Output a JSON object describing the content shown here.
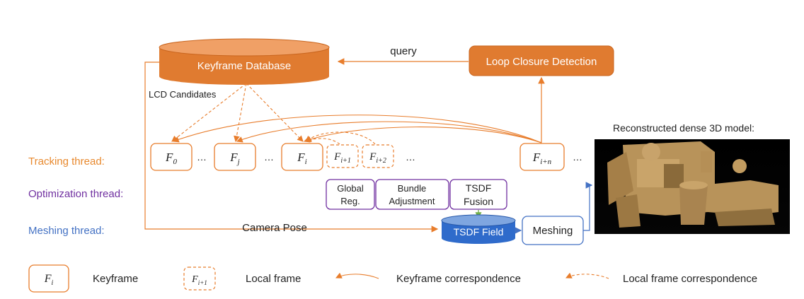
{
  "colors": {
    "orange": "#E87D2C",
    "orange_text": "#E8892E",
    "cylinder_fill": "#E07B30",
    "purple": "#7030A0",
    "blue": "#4472C4",
    "blue_fill": "#2F6BCB",
    "text": "#222222"
  },
  "nodes": {
    "keyframe_database": "Keyframe Database",
    "loop_closure": "Loop Closure Detection",
    "query": "query",
    "lcd_candidates": "LCD Candidates",
    "camera_pose": "Camera Pose",
    "tsdf_field": "TSDF Field",
    "meshing": "Meshing",
    "model_title": "Reconstructed dense 3D model:"
  },
  "threads": {
    "tracking": "Tracking thread:",
    "optimization": "Optimization thread:",
    "meshing": "Meshing thread:"
  },
  "frames": {
    "f0": {
      "base": "F",
      "sub": "0"
    },
    "fj": {
      "base": "F",
      "sub": "j"
    },
    "fi": {
      "base": "F",
      "sub": "i"
    },
    "fi1": {
      "base": "F",
      "sub": "i+1"
    },
    "fi2": {
      "base": "F",
      "sub": "i+2"
    },
    "fin": {
      "base": "F",
      "sub": "i+n"
    },
    "ellipsis": "…"
  },
  "optimization": {
    "global_reg_1": "Global",
    "global_reg_2": "Reg.",
    "bundle_1": "Bundle",
    "bundle_2": "Adjustment",
    "tsdf_1": "TSDF",
    "tsdf_2": "Fusion"
  },
  "legend": {
    "keyframe_symbol": {
      "base": "F",
      "sub": "i"
    },
    "local_symbol": {
      "base": "F",
      "sub": "i+1"
    },
    "keyframe": "Keyframe",
    "local_frame": "Local frame",
    "keyframe_correspondence": "Keyframe correspondence",
    "local_frame_correspondence": "Local frame correspondence"
  }
}
